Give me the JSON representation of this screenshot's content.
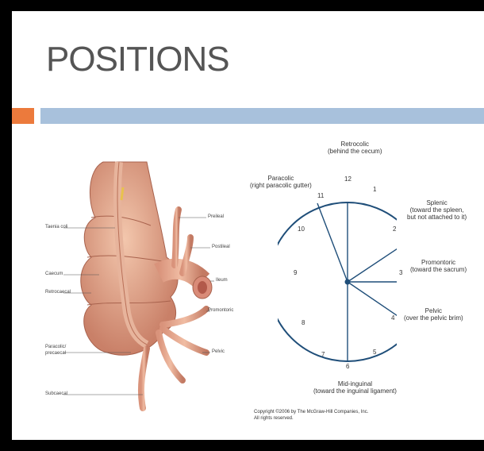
{
  "slide": {
    "title": "POSITIONS",
    "colors": {
      "orange": "#ec7a3c",
      "blue": "#a8c1dc",
      "clock_stroke": "#1f4e79"
    }
  },
  "anatomy_labels": {
    "taenia_coli": "Taenia coli",
    "cecum": "Caecum",
    "retrocaecal": "Retrocaecal",
    "paracolic": "Paracolic/",
    "precaecal": "precaecal",
    "subcaecal": "Subcaecal",
    "preileal": "Preileal",
    "postileal": "Postileal",
    "ileum": "Ileum",
    "promontoric": "Promontoric",
    "pelvic": "Pelvic"
  },
  "clock": {
    "numbers": [
      "12",
      "1",
      "2",
      "3",
      "4",
      "5",
      "6",
      "7",
      "8",
      "9",
      "10",
      "11"
    ],
    "retrocolic": "Retrocolic",
    "retrocolic_sub": "(behind the cecum)",
    "paracolic": "Paracolic",
    "paracolic_sub": "(right paracolic gutter)",
    "splenic": "Splenic",
    "splenic_sub1": "(toward the spleen,",
    "splenic_sub2": "but not attached to it)",
    "promontoric": "Promontoric",
    "promontoric_sub": "(toward the sacrum)",
    "pelvic": "Pelvic",
    "pelvic_sub": "(over the pelvic brim)",
    "midinguinal": "Mid-inguinal",
    "midinguinal_sub": "(toward the inguinal ligament)"
  },
  "copyright": {
    "line1": "Copyright ©2006 by The McGraw-Hill Companies, Inc.",
    "line2": "All rights reserved."
  }
}
